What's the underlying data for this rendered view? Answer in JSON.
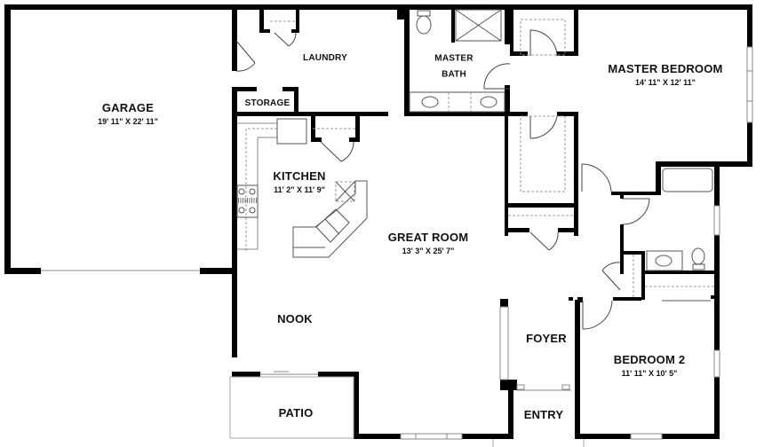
{
  "plan": {
    "colors": {
      "wall": "#000000",
      "fixture": "#555555",
      "dashed": "#999999",
      "background": "#ffffff"
    },
    "rooms": [
      {
        "id": "garage",
        "name": "GARAGE",
        "dims": "19' 11\" X 22' 11\""
      },
      {
        "id": "laundry",
        "name": "LAUNDRY",
        "dims": ""
      },
      {
        "id": "storage",
        "name": "STORAGE",
        "dims": ""
      },
      {
        "id": "master-bath",
        "name": "MASTER",
        "name2": "BATH",
        "dims": ""
      },
      {
        "id": "master-bedroom",
        "name": "MASTER BEDROOM",
        "dims": "14' 11\" X 12' 11\""
      },
      {
        "id": "kitchen",
        "name": "KITCHEN",
        "dims": "11' 2\" X 11' 9\""
      },
      {
        "id": "great-room",
        "name": "GREAT ROOM",
        "dims": "13' 3\" X 25' 7\""
      },
      {
        "id": "nook",
        "name": "NOOK",
        "dims": ""
      },
      {
        "id": "foyer",
        "name": "FOYER",
        "dims": ""
      },
      {
        "id": "bedroom-2",
        "name": "BEDROOM 2",
        "dims": "11' 11\" X 10' 5\""
      },
      {
        "id": "patio",
        "name": "PATIO",
        "dims": ""
      },
      {
        "id": "entry",
        "name": "ENTRY",
        "dims": ""
      }
    ]
  }
}
